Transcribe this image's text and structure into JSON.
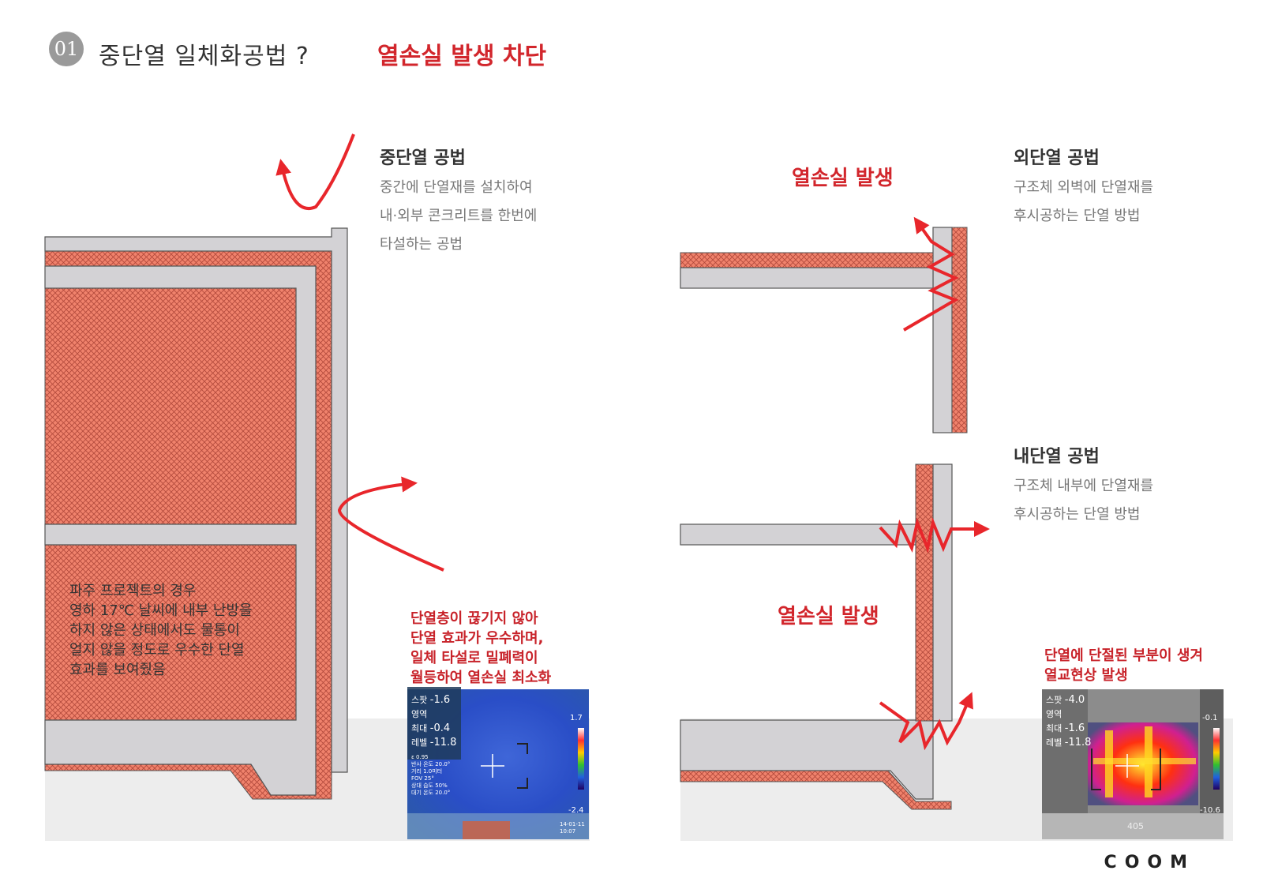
{
  "header": {
    "number": "01",
    "title": "중단열 일체화공법 ?",
    "highlight": "열손실 발생 차단"
  },
  "left": {
    "heading": "중단열 공법",
    "desc": [
      "중간에 단열재를 설치하여",
      "내·외부 콘크리트를 한번에",
      "타설하는 공법"
    ],
    "note": [
      "파주 프로젝트의 경우",
      "영하 17℃ 날씨에 내부 난방을",
      "하지 않은 상태에서도 물통이",
      "얼지 않을 정도로 우수한 단열",
      "효과를 보여줬음"
    ],
    "caption": [
      "단열층이 끊기지 않아",
      "단열 효과가 우수하며,",
      "일체 타설로 밀폐력이",
      "월등하여 열손실 최소화"
    ],
    "thermal": {
      "spot_label": "스팟",
      "spot": "-1.6",
      "area_label": "영역",
      "max_label": "최대",
      "max": "-0.4",
      "level_label": "레벨",
      "level": "-11.8",
      "scale_top": "1.7",
      "scale_bottom": "-2.4",
      "params": [
        "ε 0.95",
        "반사 온도 20.0°",
        "거리 1.0미터",
        "FOV 25°",
        "상대 습도 50%",
        "대기 온도 20.0°"
      ],
      "date": "14-01-11",
      "time": "10:07"
    }
  },
  "right": {
    "outer_heading": "외단열 공법",
    "outer_desc": [
      "구조체 외벽에 단열재를",
      "후시공하는 단열 방법"
    ],
    "inner_heading": "내단열 공법",
    "inner_desc": [
      "구조체 내부에 단열재를",
      "후시공하는 단열 방법"
    ],
    "loss_top": "열손실 발생",
    "loss_bottom": "열손실 발생",
    "caption": [
      "단열에 단절된 부분이 생겨",
      "열교현상 발생"
    ],
    "thermal": {
      "spot_label": "스팟",
      "spot": "-4.0",
      "area_label": "영역",
      "max_label": "최대",
      "max": "-1.6",
      "level_label": "레벨",
      "level": "-11.8",
      "scale_top": "-0.1",
      "scale_bottom": "-10.6",
      "door_number": "405"
    }
  },
  "brand": "COOM",
  "colors": {
    "accent": "#d2262c",
    "concrete": "#d3d2d5",
    "insulation": "#f0826c",
    "ground": "#ededed"
  }
}
